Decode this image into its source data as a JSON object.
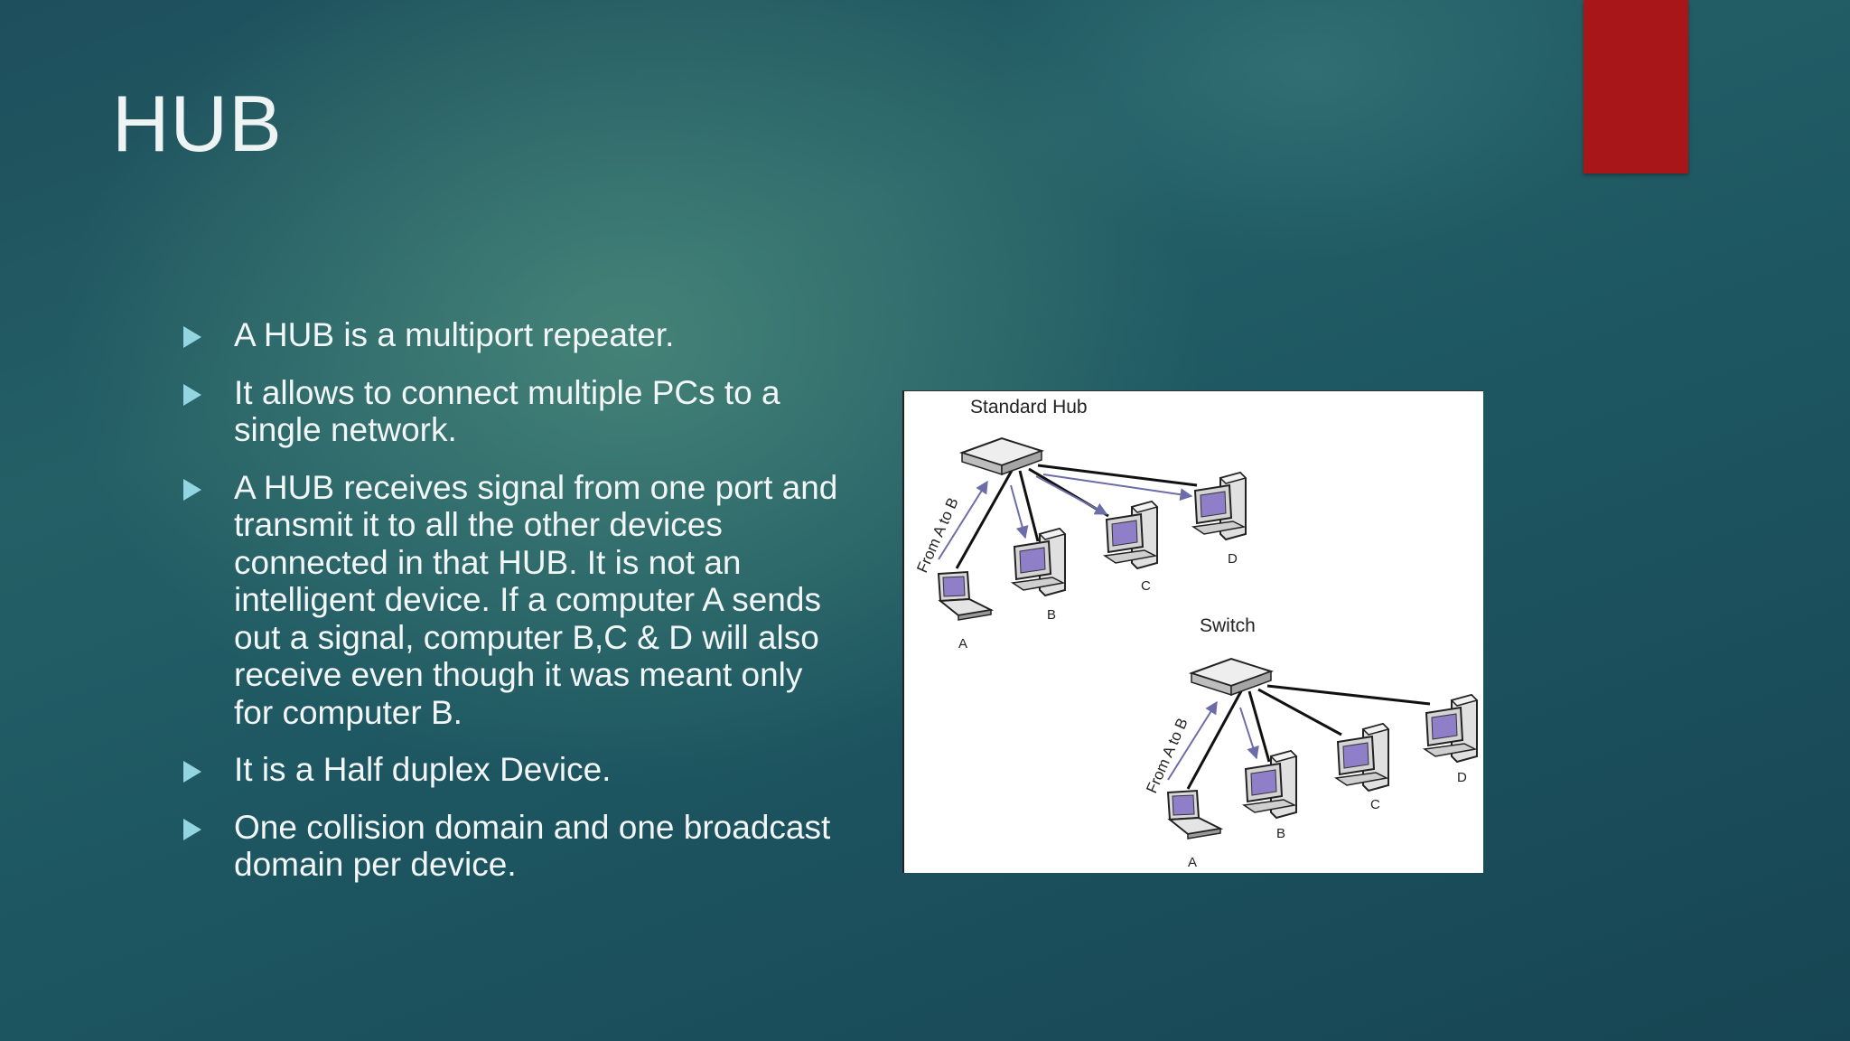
{
  "slide": {
    "title": "HUB",
    "bullets": [
      "A HUB is a multiport repeater.",
      "It allows to connect multiple PCs to a single network.",
      "A HUB receives signal from one port and transmit it to all the other devices connected in that HUB. It is not an intelligent device.  If a computer A sends out a signal, computer B,C & D will also receive even though it was meant only for computer B.",
      "It is a Half duplex Device.",
      "One collision domain and one broadcast domain per device."
    ]
  },
  "diagram": {
    "hub_title": "Standard Hub",
    "switch_title": "Switch",
    "hub_arrow_label": "From A to B",
    "switch_arrow_label": "From A to B",
    "node_labels": {
      "a": "A",
      "b": "B",
      "c": "C",
      "d": "D"
    }
  },
  "colors": {
    "accent": "#a8161a",
    "bullet_marker": "#93d6e2",
    "screen": "#8e7fc8"
  }
}
